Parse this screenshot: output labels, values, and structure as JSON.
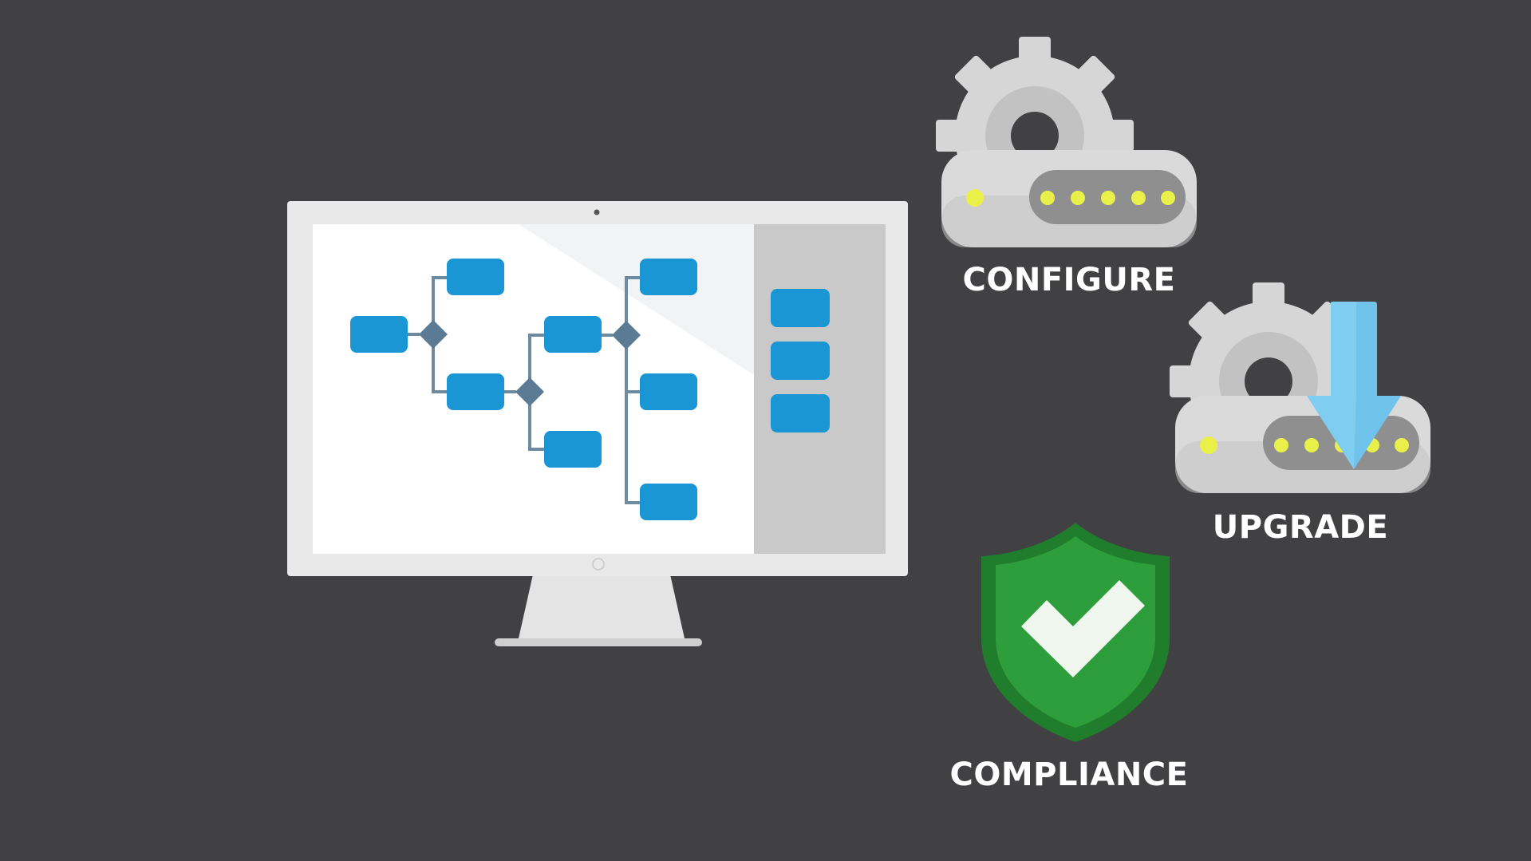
{
  "labels": {
    "configure": "CONFIGURE",
    "upgrade": "UPGRADE",
    "compliance": "COMPLIANCE"
  },
  "icons": {
    "configure": "gear-router-icon",
    "upgrade": "gear-router-download-icon",
    "compliance": "shield-check-icon",
    "monitor": "desktop-monitor-icon"
  },
  "colors": {
    "background": "#414143",
    "node_blue": "#1a96d4",
    "diamond": "#5b7a93",
    "connector": "#6d8aa0",
    "device_body": "#dcdcdc",
    "led": "#e9f04a",
    "arrow": "#7fcdf0",
    "shield": "#2e9e3c",
    "shield_outer": "#1f7d2c"
  }
}
